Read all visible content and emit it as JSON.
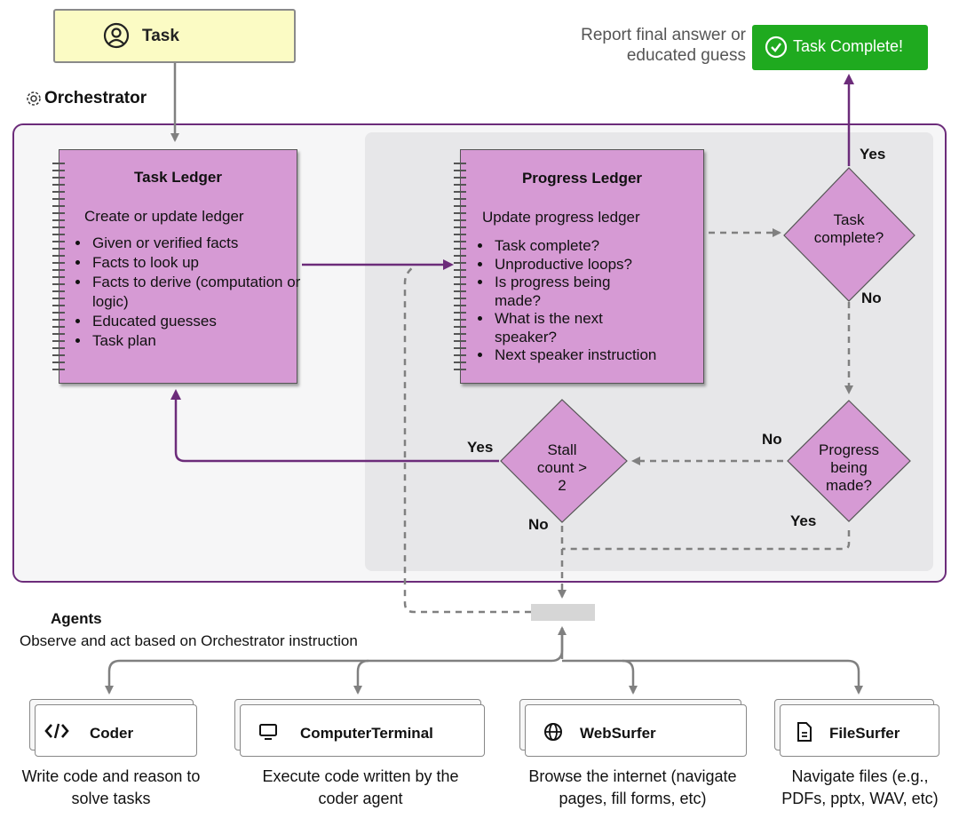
{
  "task": {
    "label": "Task"
  },
  "orchestrator": {
    "label": "Orchestrator"
  },
  "task_ledger": {
    "title": "Task Ledger",
    "subtitle": "Create or update ledger",
    "items": [
      "Given or verified facts",
      "Facts to look up",
      "Facts to derive (computation or logic)",
      "Educated guesses",
      "Task plan"
    ]
  },
  "progress_ledger": {
    "title": "Progress Ledger",
    "subtitle": "Update progress ledger",
    "items": [
      "Task complete?",
      "Unproductive loops?",
      "Is progress being made?",
      "What is the next speaker?",
      "Next speaker instruction"
    ]
  },
  "decisions": {
    "task_complete": "Task complete?",
    "progress_made": "Progress being made?",
    "stall_count": "Stall count > 2"
  },
  "edge_labels": {
    "task_complete_yes": "Yes",
    "task_complete_no": "No",
    "progress_no": "No",
    "progress_yes": "Yes",
    "stall_yes": "Yes",
    "stall_no": "No"
  },
  "final": {
    "report_text": "Report final answer or educated guess",
    "complete_label": "Task Complete!",
    "complete_color": "#1faa1f"
  },
  "agents": {
    "title": "Agents",
    "subtitle": "Observe and act based on Orchestrator instruction",
    "list": [
      {
        "name": "Coder",
        "icon": "code-icon",
        "description": "Write code and reason to solve tasks"
      },
      {
        "name": "ComputerTerminal",
        "icon": "monitor-icon",
        "description": "Execute code written by the coder agent"
      },
      {
        "name": "WebSurfer",
        "icon": "globe-icon",
        "description": "Browse the internet (navigate pages, fill forms, etc)"
      },
      {
        "name": "FileSurfer",
        "icon": "file-icon",
        "description": "Navigate files (e.g., PDFs, pptx, WAV, etc)"
      }
    ]
  },
  "colors": {
    "accent": "#6c2c7a",
    "ledger_fill": "#d69ad4",
    "task_fill": "#fbfbc4",
    "arrow_gray": "#808080"
  }
}
